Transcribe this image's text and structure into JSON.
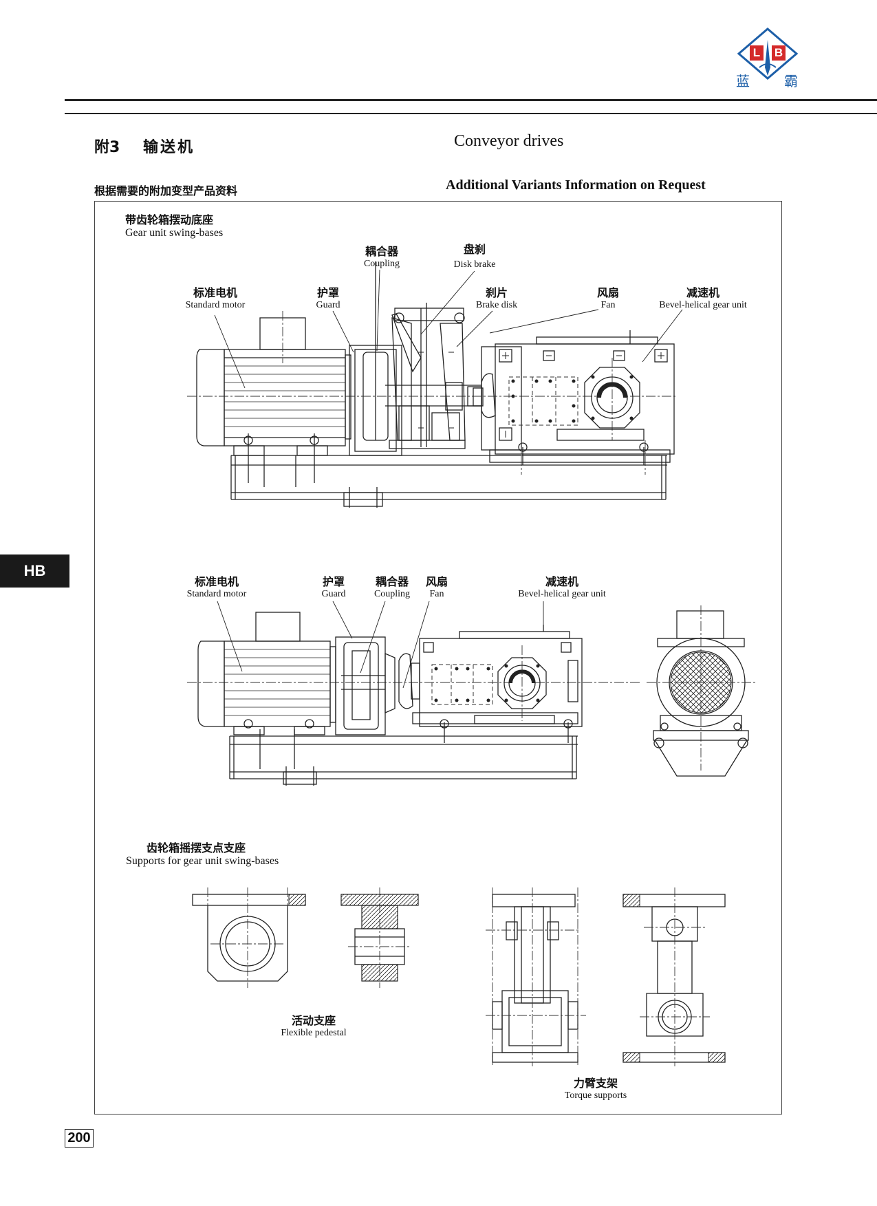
{
  "header": {
    "logo": {
      "letters_left": "L",
      "letters_right": "B",
      "name_left": "蓝",
      "name_right": "霸",
      "accent": "#1d5fa8",
      "red": "#d42a2a"
    }
  },
  "section": {
    "number_cn": "附3",
    "title_cn": "输送机",
    "title_en": "Conveyor drives",
    "subtitle_cn": "根据需要的附加变型产品资料",
    "subtitle_en": "Additional Variants Information on Request"
  },
  "side_tab": "HB",
  "page_number": "200",
  "diagram1": {
    "heading_cn": "带齿轮箱摆动底座",
    "heading_en": "Gear unit swing-bases",
    "labels": {
      "coupling": {
        "cn": "耦合器",
        "en": "Coupling"
      },
      "disk_brake": {
        "cn": "盘刹",
        "en": "Disk brake"
      },
      "motor": {
        "cn": "标准电机",
        "en": "Standard motor"
      },
      "guard": {
        "cn": "护罩",
        "en": "Guard"
      },
      "brake_disk": {
        "cn": "刹片",
        "en": "Brake disk"
      },
      "fan": {
        "cn": "风扇",
        "en": "Fan"
      },
      "reducer": {
        "cn": "减速机",
        "en": "Bevel-helical gear unit"
      }
    }
  },
  "diagram2": {
    "labels": {
      "motor": {
        "cn": "标准电机",
        "en": "Standard motor"
      },
      "guard": {
        "cn": "护罩",
        "en": "Guard"
      },
      "coupling": {
        "cn": "耦合器",
        "en": "Coupling"
      },
      "fan": {
        "cn": "风扇",
        "en": "Fan"
      },
      "reducer": {
        "cn": "减速机",
        "en": "Bevel-helical gear unit"
      }
    }
  },
  "diagram3": {
    "heading_cn": "齿轮箱摇摆支点支座",
    "heading_en": "Supports for gear unit swing-bases",
    "flexible": {
      "cn": "活动支座",
      "en": "Flexible pedestal"
    },
    "torque": {
      "cn": "力臂支架",
      "en": "Torque supports"
    }
  }
}
